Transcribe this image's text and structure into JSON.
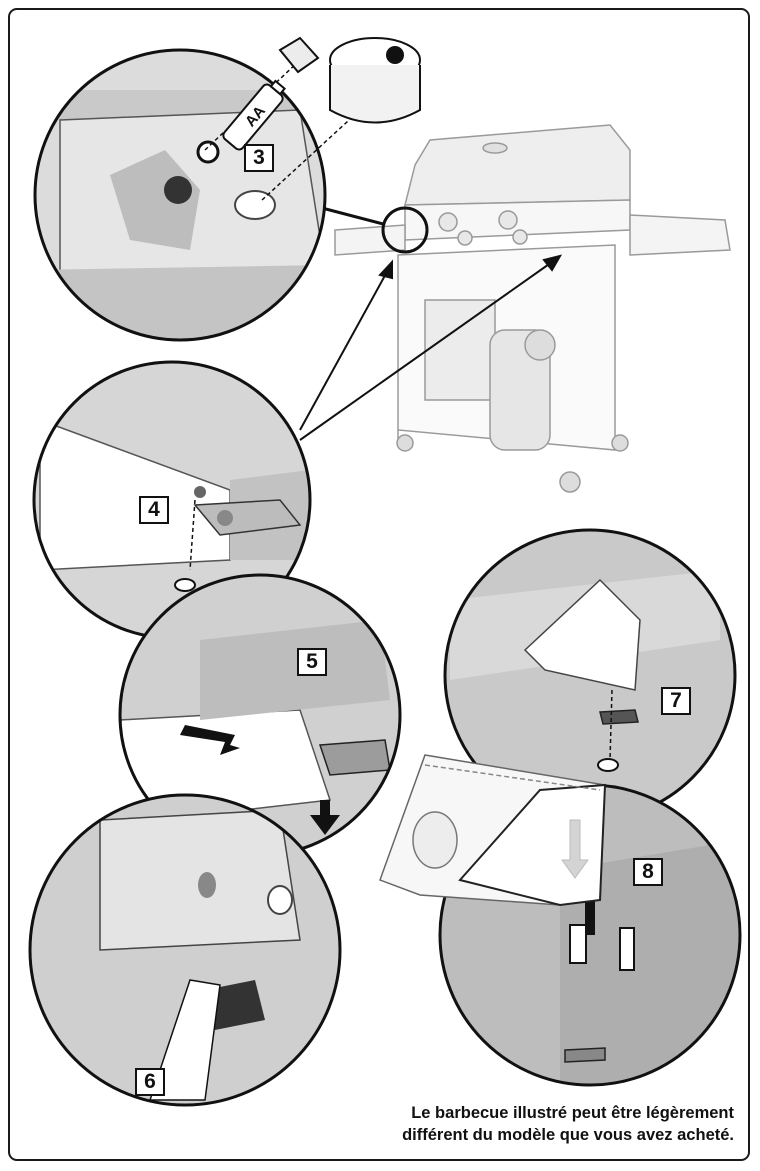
{
  "steps": [
    "3",
    "4",
    "5",
    "6",
    "7",
    "8"
  ],
  "battery_label": "AA",
  "note": {
    "line1": "Le barbecue illustré peut être légèrement",
    "line2": "différent du modèle que vous avez acheté."
  }
}
